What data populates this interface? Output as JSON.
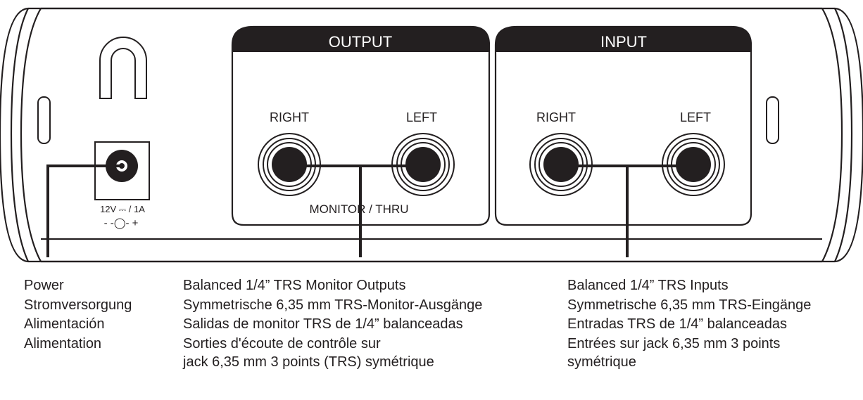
{
  "device": {
    "power_rating": "12V ⎓ / 1A",
    "polarity_symbol": "- -◯- +"
  },
  "output_panel": {
    "header": "OUTPUT",
    "right_label": "RIGHT",
    "left_label": "LEFT",
    "footer": "MONITOR / THRU"
  },
  "input_panel": {
    "header": "INPUT",
    "right_label": "RIGHT",
    "left_label": "LEFT"
  },
  "captions": {
    "power": [
      "Power",
      "Stromversorgung",
      "Alimentación",
      "Alimentation"
    ],
    "outputs": [
      "Balanced 1/4” TRS Monitor Outputs",
      "Symmetrische 6,35 mm TRS-Monitor-Ausgänge",
      "Salidas de monitor TRS de 1/4” balanceadas",
      "Sorties d'écoute de contrôle sur",
      "jack 6,35 mm 3 points (TRS) symétrique"
    ],
    "inputs": [
      "Balanced 1/4” TRS Inputs",
      "Symmetrische 6,35 mm TRS-Eingänge",
      "Entradas TRS de 1/4” balanceadas",
      "Entrées sur jack 6,35 mm 3 points",
      "symétrique"
    ]
  }
}
